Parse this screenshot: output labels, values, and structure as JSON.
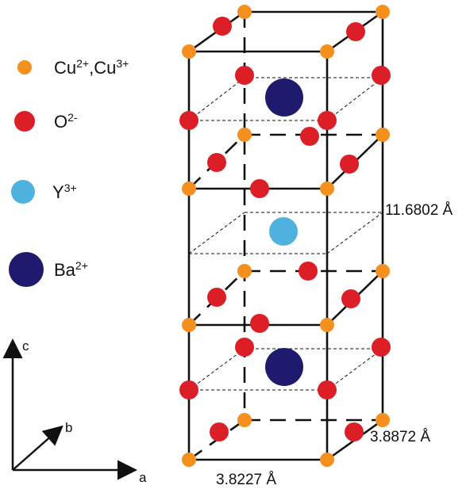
{
  "legend": [
    {
      "ion": "Cu",
      "charge": "2+",
      "sep": ",",
      "ion2": "Cu",
      "charge2": "3+",
      "color": "#f5901e",
      "marker": "small"
    },
    {
      "ion": "O",
      "charge": "2-",
      "color": "#dc1f26",
      "marker": "medium"
    },
    {
      "ion": "Y",
      "charge": "3+",
      "color": "#4fb2de",
      "marker": "medium"
    },
    {
      "ion": "Ba",
      "charge": "2+",
      "color": "#1e1a6e",
      "marker": "large"
    }
  ],
  "dimensions": {
    "c": "11.6802 Å",
    "b": "3.8872 Å",
    "a": "3.8227 Å"
  },
  "axes": {
    "c": "c",
    "b": "b",
    "a": "a"
  },
  "colors": {
    "cu": "#f5901e",
    "o": "#dc1f26",
    "y": "#4fb2de",
    "ba": "#1e1a6e",
    "line": "#111111"
  }
}
